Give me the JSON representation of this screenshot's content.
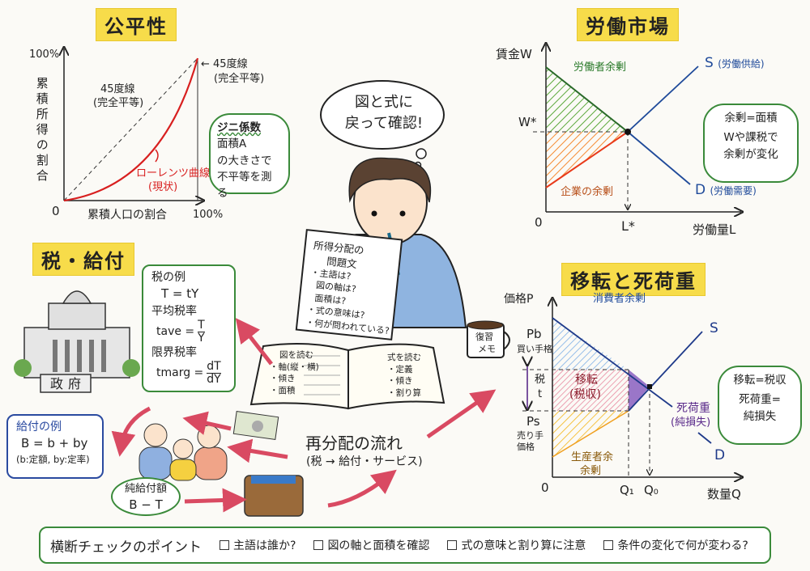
{
  "equity": {
    "title": "公平性",
    "y_axis_label": "累積所得の割合",
    "x_axis_label": "累積人口の割合",
    "y_max": "100%",
    "x_max": "100%",
    "origin": "0",
    "line45_label": "45度線",
    "line45_sub": "(完全平等)",
    "line45_label_right": "← 45度線",
    "line45_sub_right": "(完全平等)",
    "lorenz_label": "ローレンツ曲線",
    "lorenz_sub": "(現状)",
    "gini": {
      "title": "ジニ係数",
      "lines": [
        "面積A",
        "の大きさで",
        "不平等を測る"
      ]
    },
    "colors": {
      "lorenz": "#d81f1f",
      "gini_border": "#3a8a3a"
    }
  },
  "labor": {
    "title": "労働市場",
    "y_axis_label": "賃金W",
    "x_axis_label": "労働量L",
    "origin": "0",
    "w_star": "W*",
    "l_star": "L*",
    "s_label": "S",
    "s_sub": "(労働供給)",
    "d_label": "D",
    "d_sub": "(労働需要)",
    "worker_surplus": "労働者余剰",
    "firm_surplus": "企業の余剰",
    "note": [
      "余剰=面積",
      "Wや課税で",
      "余剰が変化"
    ],
    "colors": {
      "curves": "#1f4a9a",
      "worker": "#3a8a3a",
      "firm": "#f07a20"
    }
  },
  "transfer": {
    "title": "移転と死荷重",
    "y_axis_label": "価格P",
    "x_axis_label": "数量Q",
    "origin": "0",
    "pb": "Pb",
    "pb_sub": "買い手格",
    "ps": "Ps",
    "ps_sub": [
      "売り手",
      "価格"
    ],
    "tax": [
      "税",
      "t"
    ],
    "q1": "Q₁",
    "q0": "Q₀",
    "s_label": "S",
    "d_label": "D",
    "consumer_surplus": "消費者余剰",
    "transfer_label": "移転",
    "transfer_sub": "(税収)",
    "producer_surplus": [
      "生産者余",
      "余剰"
    ],
    "deadweight": "死荷重",
    "deadweight_sub": "(純損失)",
    "note": [
      "移転=税収",
      "死荷重=",
      "純損失"
    ],
    "colors": {
      "consumer": "#7fb0e6",
      "transfer": "#e88aa0",
      "producer": "#f5c242",
      "deadweight": "#6a3aa0"
    }
  },
  "center": {
    "thought": [
      "図と式に",
      "戻って確認!"
    ],
    "paper": {
      "title": [
        "所得分配の",
        "問題文"
      ],
      "items": [
        "・主語は?",
        "図の軸は?",
        "面積は?",
        "・式の意味は?",
        "・何が問われている?"
      ]
    },
    "book_left": {
      "title": "図を読む",
      "items": [
        "・軸(縦・横)",
        "・傾き",
        "・面積"
      ]
    },
    "book_right": {
      "title": "式を読む",
      "items": [
        "・定義",
        "・傾き",
        "・割り算"
      ]
    },
    "mug": [
      "復習",
      "メモ"
    ],
    "flow_title": "再分配の流れ",
    "flow_sub": "(税 → 給付・サービス)"
  },
  "tax_benefit": {
    "title": "税・給付",
    "government": "政府",
    "tax_box": {
      "title": "税の例",
      "formula": "T = tY",
      "avg_label": "平均税率",
      "avg_formula_lhs": "tave =",
      "avg_num": "T",
      "avg_den": "Y",
      "marg_label": "限界税率",
      "marg_formula_lhs": "tmarg =",
      "marg_num": "dT",
      "marg_den": "dY"
    },
    "benefit_box": {
      "title": "給付の例",
      "formula": "B = b + by",
      "note": "(b:定額, by:定率)"
    },
    "net": {
      "label": "純給付額",
      "formula": "B − T"
    }
  },
  "checklist": {
    "title": "横断チェックのポイント",
    "items": [
      "主語は誰か?",
      "図の軸と面積を確認",
      "式の意味と割り算に注意",
      "条件の変化で何が変わる?"
    ]
  }
}
